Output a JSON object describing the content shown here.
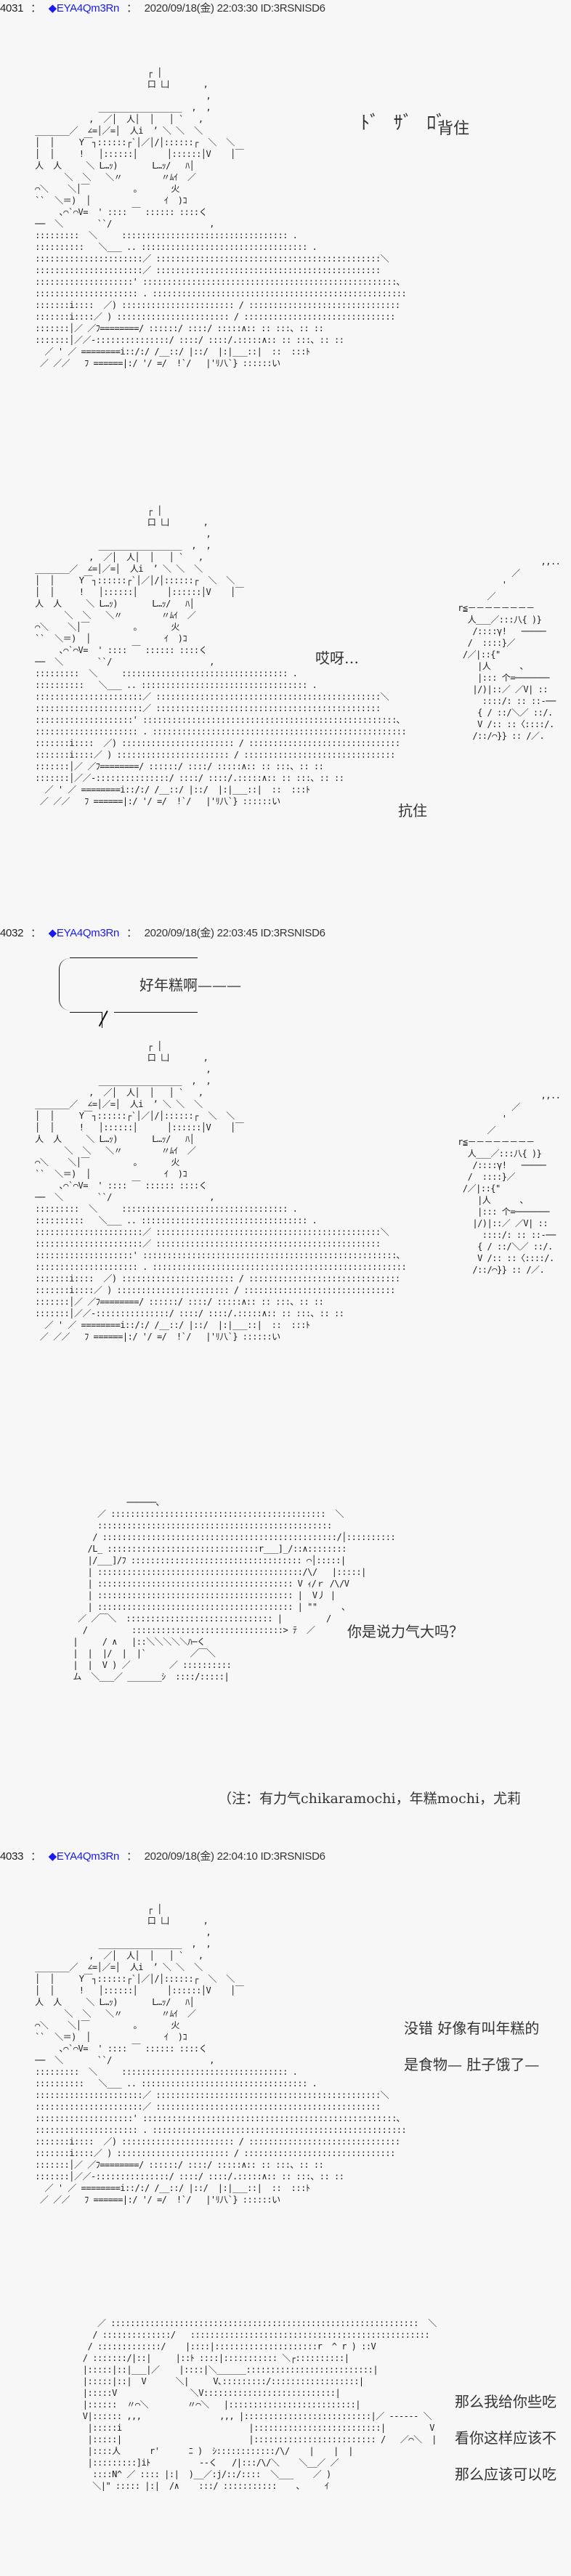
{
  "posts": [
    {
      "number": "4031",
      "separator": "：",
      "author_diamond": "◆",
      "author_trip": "EYA4Qm3Rn",
      "date": "2020/09/18(金) 22:03:30",
      "id": "ID:3RSNISD6",
      "frames": [
        {
          "sfx": "ﾄﾞ ｻﾞ ﾛﾞ",
          "caption": "背住"
        },
        {
          "caption_1": "哎呀…",
          "caption_2": "抗住"
        }
      ]
    },
    {
      "number": "4032",
      "separator": "：",
      "author_diamond": "◆",
      "author_trip": "EYA4Qm3Rn",
      "date": "2020/09/18(金) 22:03:45",
      "id": "ID:3RSNISD6",
      "bubble_text": "好年糕啊———",
      "reply_text": "你是说力气大吗？",
      "note": "（注：有力气chikaramochi，年糕mochi，尤莉"
    },
    {
      "number": "4033",
      "separator": "：",
      "author_diamond": "◆",
      "author_trip": "EYA4Qm3Rn",
      "date": "2020/09/18(金) 22:04:10",
      "id": "ID:3RSNISD6",
      "lines_1": [
        "没错 好像有叫年糕的",
        "是食物— 肚子饿了—"
      ],
      "lines_2": [
        "那么我给你些吃",
        "看你这样应该不",
        "那么应该可以吃"
      ]
    }
  ],
  "aa": {
    "yukari": [
      "                          ┌ │",
      "                          口 凵       ,",
      "                                      ,",
      "                _________________  ,  ,",
      "              ,  ／│  人│  │   │ `   ,",
      "   _______／  ∠=│／=│  人i  ’ ＼ ＼  ＼",
      "   │  │     Y￣┐::::::┌`│／│/│::::::┌  ＼  ＼",
      "   │  │     !   │::::::│      │::::::│V    │￣",
      "   人  人     ＼ L…ｯ)       L…ｯ/   ﾊ│",
      "         ＼  ＼   ＼〃        〃ﾑｲ  ／",
      "   ⌒＼    ＼│￣         。      火",
      "   ``  ＼＝)  │               ｲ  )ｺ",
      "        ､⌒`⌒V=  ' :::: ￣ :::::: ::::く",
      "   ──  ＼       ``/                    ,",
      "   :::::::::  ＼     :::::::::::::::::::::::::::::::::: .",
      "   ::::::::::   ＼___ .. :::::::::::::::::::::::::::::::::: .",
      "   ::::::::::::::::::::::／ ::::::::::::::::::::::::::::::::::::::::::::::＼",
      "   ::::::::::::::::::::::／ ::::::::::::::::::::::::::::::::::::::::::::::",
      "   ::::::::::::::::::::' ::::::::::::::::::::::::::::::::::::::::::::::::::::､",
      "   ::::::::::::::::::::: . ::::::::::::::::::::::::::::::::::::::::::::::::::::",
      "   :::::::i::::  ／) ::::::::::::::::::::::: / :::::::::::::::::::::::::::::::",
      "   :::::::i::::／ ) ::::::::::::::::::::::: / :::::::::::::::::::::::::::::::",
      "   :::::::│／ ／ﾌ========/ ::::::/ ::::/ :::::∧:: :: :::､ :: ::",
      "   :::::::│／／-:::::::::::::::/ ::::/ ::::/.:::::∧:: :: :::､ :: ::",
      "     ／ ' ／ ========i::/:/ /__::/ |::/  |:|___::|  ::  :::ﾄ",
      "    ／ ／／   ﾌ ======|:/ '/ =/  !`/   |'ﾘ八`} ::::::い"
    ],
    "witch": [
      "                    ,,..",
      "              ／",
      "            '",
      "         ／",
      "   r≦－－－－－－－－",
      "     人___／:::八{ )}",
      "      /::::γ!   ─────",
      "     /  ::::}／",
      "    /／|::{\"",
      "       |人      ､",
      "       |::: 个=───────",
      "      |/)|::／ ／V| ::",
      "        ::::/: :: ::-──",
      "       { / ::/＼／ ::/.",
      "       V /:: ::〈::::/.",
      "      /::/⌒}} :: /／."
    ],
    "mochi": [
      "                 ──────､",
      "           ／ ::::::::::::::::::::::::::::::::::::::::::::  ＼",
      "           ::::::::::::::::::::::::::::::::::::::::::::::::",
      "          / ::::::::::::::::::::::::::::::::::::::::::::::::/│::::::::::",
      "         /L_ :::::::::::::::::::::::::::::::r___]_/::∧::::::::",
      "         |/___]/ﾌ ::::::::::::::::::::::::::::::::::: ⌒│:::::|",
      "         | ::::::::::::::::::::::::::::::::::::::::::/\\/   |:::::|",
      "         | :::::::::::::::::::::::::::::::::::::::: V ｨ/ｒ /\\/V",
      "         | :::::::::::::::::::::::::::::::::::::::: |  V丿 |",
      "         | :::::::::::::::::::::::::::::::::::::::: | \"\"     ､",
      "       ／ ／￣＼  :::::::::::::::::::::::::::::: |         /",
      "        /         :::::::::::::::::::::::::::::::> ﾃ  ／",
      "      |     / ∧   |::＼＼＼＼＼ﾊ─く",
      "      |  |  |/  |  |`         ／￣＼",
      "      |  |  V ) ／        ／ ::::::::::",
      "      ム  ＼___／ _______ｼ  ::::/:::::|"
    ],
    "yukari_eat": [
      "           ／ :::::::::::::::::::::::::::::::::::::::::::::::::::::::::::::::  ＼",
      "          / ::::::::::::::/   :::::::::::::::::::::::::::::::::::::::::::::::::",
      "         / :::::::::::::/    |::::|:::::::::::::::::::::r  ^ r ) ::V",
      "        / :::::::/|::|     |::ﾄ ::::|::::::::::: ＼┌::::::::::|",
      "        |:::::|::|___|／    |::::|＼______::::::::::::::::::::::::::|",
      "        |:::::|::|  V      ＼|     V､:::::::::/::::::::::::::::::|",
      "        |:::::V               ＼V:::::::::::::::::::::::::::|",
      "        |::::::  〃⌒＼        〃⌒＼   |::::::::::::::::::::::::::|",
      "        V|:::::: ,,,                ,,, |::::::::::::::::::::::::::|／ ------ ＼",
      "         |:::::i                          |::::::::::::::::::::::::::|         V",
      "         |:::::|                          |::::::::::::::::::::::::: /   ／⌒＼  |",
      "         |::::人      r'      ﾆ )  ｼ::::::::::::/\\/    |    |  |",
      "         |:::::::::]iﾄ          --く   /|:::/\\/＼    ＼__／ ／",
      "          ::::N^ ／ :::: |:|  )__／:j/::/::::  ＼___    ／ )",
      "          ＼|\" ::::: |:|  /∧    :::/ :::::::::::    ､     ｲ"
    ]
  }
}
